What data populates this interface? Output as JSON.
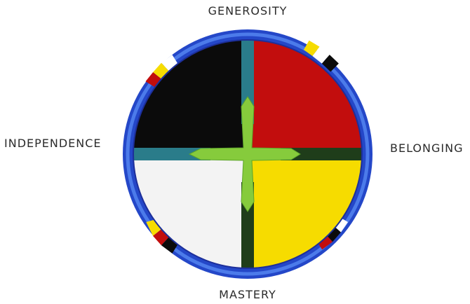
{
  "directions": {
    "top": "GENEROSITY",
    "right": "BELONGING",
    "bottom": "MASTERY",
    "left": "INDEPENDENCE"
  },
  "quadrants": {
    "top_left": "black",
    "top_right": "red",
    "bottom_left": "white",
    "bottom_right": "yellow"
  },
  "colors": {
    "black": "#0b0b0b",
    "red": "#c20d0d",
    "white": "#f3f3f3",
    "yellow": "#f6dc00",
    "ring": "#2447c8",
    "ring_light": "#4f7ff0",
    "cross_teal": "#2a7c8a",
    "cross_dark_green": "#1f3d1a",
    "arrow_green": "#86cb3c"
  }
}
